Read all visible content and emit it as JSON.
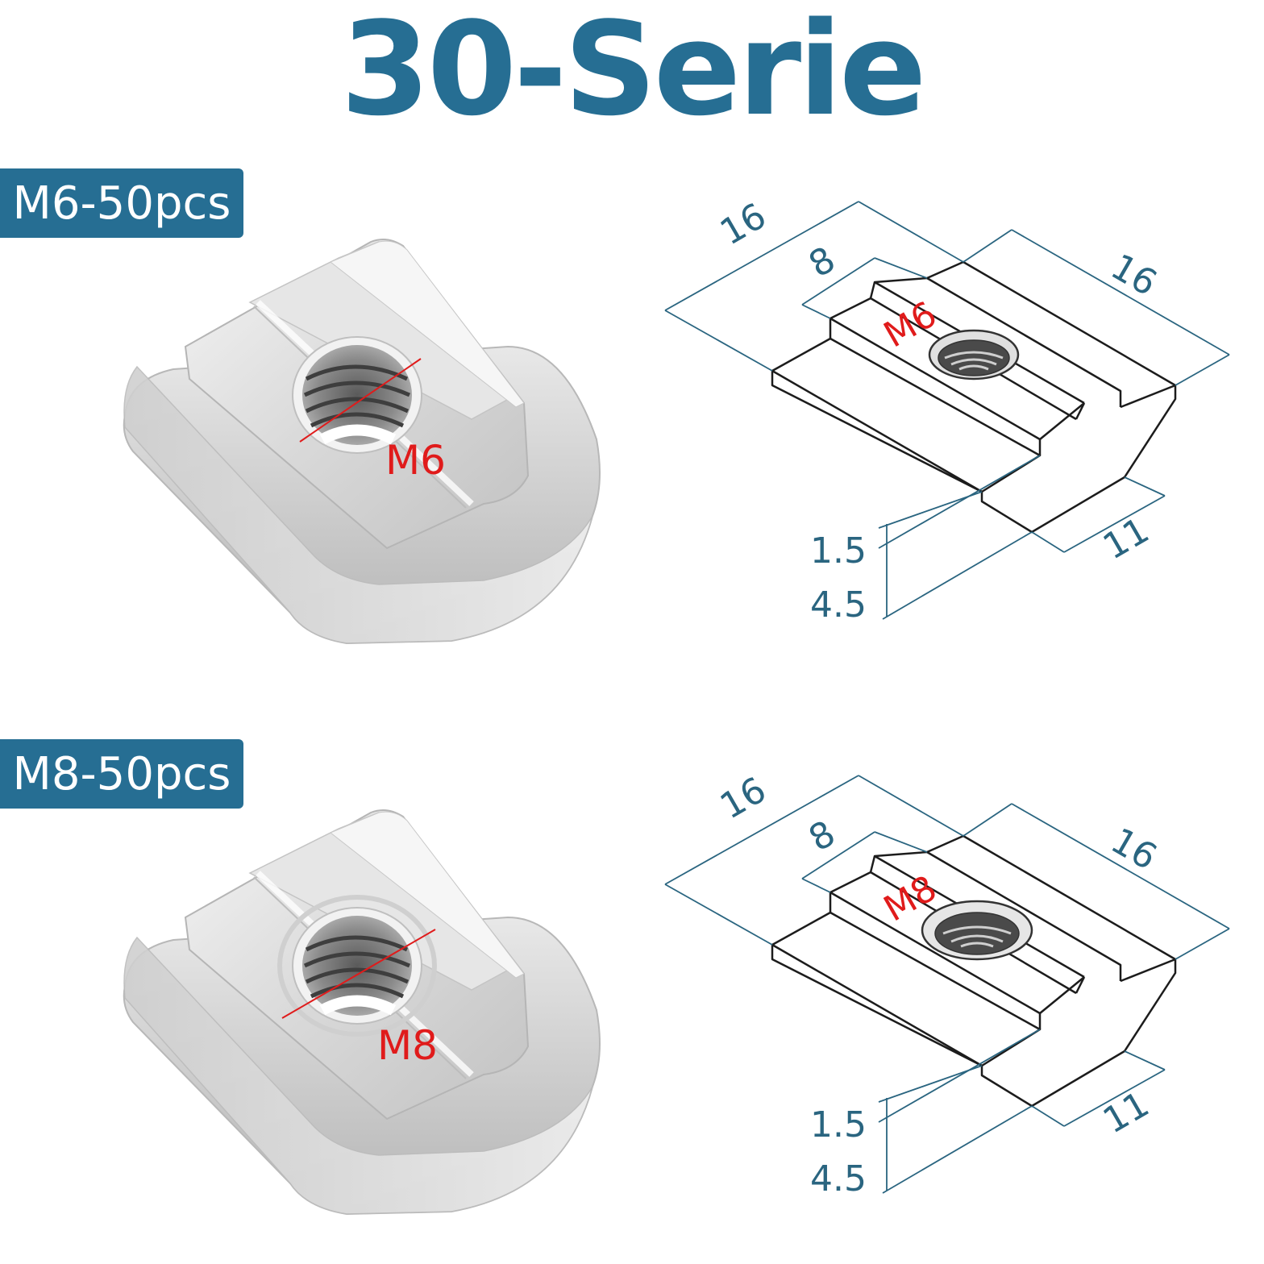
{
  "title": "30-Serie",
  "products": [
    {
      "badge": "M6-50pcs",
      "thread_label": "M6",
      "dimensions": {
        "overall_length": "16",
        "neck_width": "8",
        "body_width": "16",
        "base_width": "11",
        "neck_height": "1.5",
        "total_height": "4.5"
      }
    },
    {
      "badge": "M8-50pcs",
      "thread_label": "M8",
      "dimensions": {
        "overall_length": "16",
        "neck_width": "8",
        "body_width": "16",
        "base_width": "11",
        "neck_height": "1.5",
        "total_height": "4.5"
      }
    }
  ],
  "colors": {
    "brand": "#266e93",
    "dimension_lines": "#2a6580",
    "thread_label": "#e01b1b"
  }
}
